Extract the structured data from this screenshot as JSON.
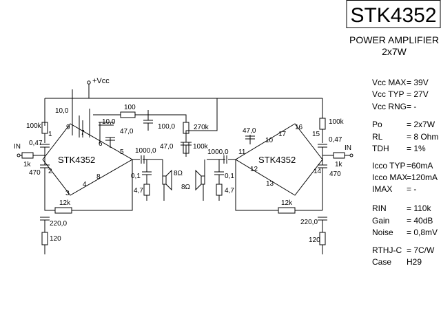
{
  "title": "STK4352",
  "subtitle_line1": "POWER AMPLIFIER",
  "subtitle_line2": "2x7W",
  "specs": [
    {
      "name": "Vcc MAX",
      "value": "= 39V"
    },
    {
      "name": "Vcc TYP",
      "value": "= 27V"
    },
    {
      "name": "Vcc RNG",
      "value": "= -"
    },
    {
      "name": "Po",
      "value": "= 2x7W"
    },
    {
      "name": "RL",
      "value": "= 8 Ohm"
    },
    {
      "name": "TDH",
      "value": "= 1%"
    },
    {
      "name": "Icco TYP",
      "value": "=60mA"
    },
    {
      "name": "Icco MAX",
      "value": "=120mA"
    },
    {
      "name": "IMAX",
      "value": "=  -"
    },
    {
      "name": "RIN",
      "value": "= 110k"
    },
    {
      "name": "Gain",
      "value": "= 40dB"
    },
    {
      "name": "Noise",
      "value": "= 0,8mV"
    },
    {
      "name": "RTHJ-C",
      "value": "= 7C/W"
    },
    {
      "name": "Case",
      "value": "H29"
    }
  ],
  "schematic": {
    "vcc_label": "+Vcc",
    "ic_label": "STK4352",
    "left": {
      "in_label": "IN",
      "pins": [
        "1",
        "2",
        "3",
        "4",
        "5",
        "6",
        "7",
        "8",
        "9"
      ],
      "parts": {
        "r_in": "1k",
        "r_bias_top": "100k",
        "c_in": "0,47",
        "r_470": "470",
        "r_fb": "100",
        "c_10_a": "10,0",
        "c_10_b": "10,0",
        "c_100": "100,0",
        "c_47": "47,0",
        "r_270k": "270k",
        "c_47_b": "47,0",
        "r_100k": "100k",
        "c_out": "1000,0",
        "c_01": "0,1",
        "r_47": "4,7",
        "speaker": "8Ω",
        "r_12k": "12k",
        "c_220": "220,0",
        "r_120": "120"
      }
    },
    "right": {
      "in_label": "IN",
      "pins": [
        "10",
        "11",
        "12",
        "13",
        "14",
        "15",
        "16",
        "17"
      ],
      "parts": {
        "r_in": "1k",
        "r_bias_top": "100k",
        "c_in": "0,47",
        "r_470": "470",
        "c_47": "47,0",
        "c_out": "1000,0",
        "c_01": "0,1",
        "r_47": "4,7",
        "speaker": "8Ω",
        "r_12k": "12k",
        "c_220": "220,0",
        "r_120": "120"
      }
    }
  }
}
